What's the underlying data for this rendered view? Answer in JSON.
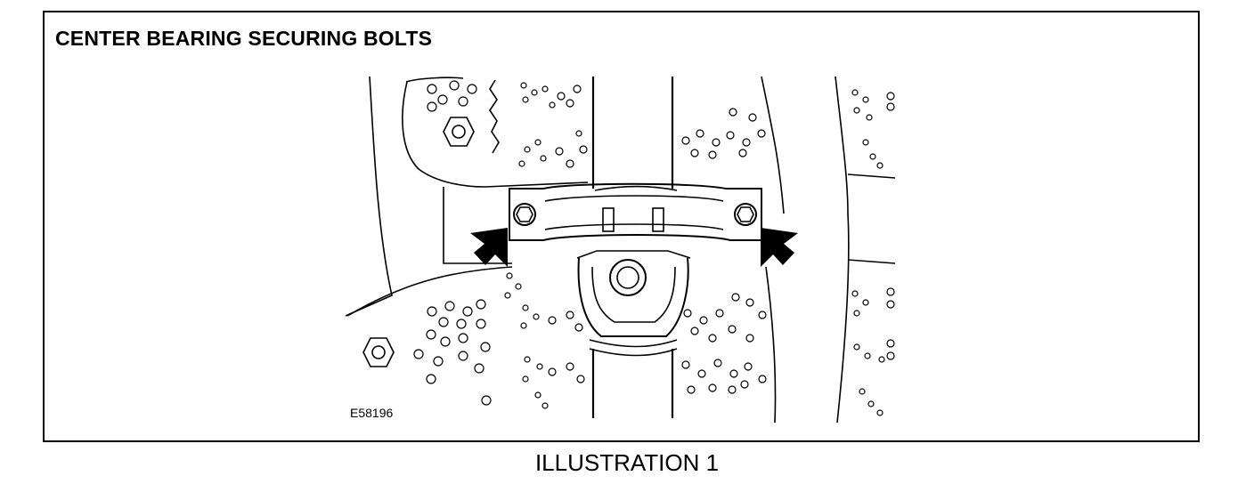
{
  "figure": {
    "title": "CENTER BEARING SECURING BOLTS",
    "code": "E58196",
    "caption": "ILLUSTRATION 1"
  }
}
